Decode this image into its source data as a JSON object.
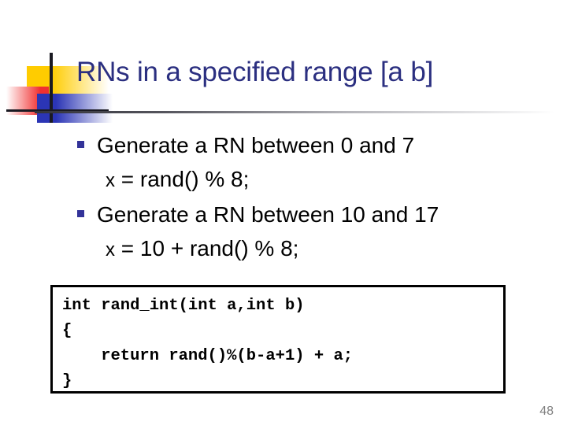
{
  "slide": {
    "title": "RNs in a specified range [a b]",
    "page_number": "48",
    "bullets": [
      {
        "label": "Generate a RN between 0 and 7",
        "code_var": "x",
        "code_rest": "  = rand() % 8;"
      },
      {
        "label": "Generate a RN between 10 and 17",
        "code_var": "x",
        "code_rest": "  = 10 + rand() % 8;"
      }
    ],
    "code_block": "int rand_int(int a,int b)\n{\n    return rand()%(b-a+1) + a;\n}",
    "colors": {
      "title": "#2B2F80",
      "bullet_marker": "#333399",
      "deco_yellow": "#FFCC00",
      "deco_red": "#F03030",
      "deco_blue": "#2B35B5",
      "body_text": "#000000",
      "page_number": "#808080",
      "code_border": "#000000"
    }
  }
}
